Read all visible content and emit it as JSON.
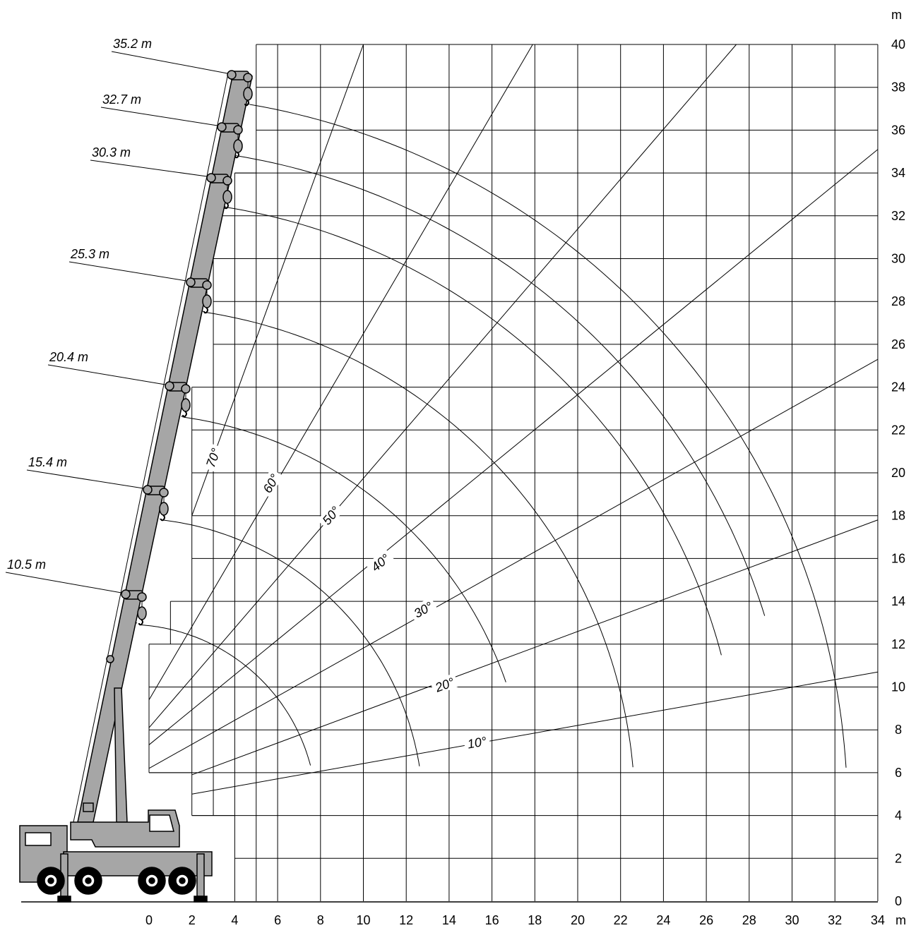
{
  "x_axis": {
    "unit": "m",
    "ticks": [
      0,
      2,
      4,
      6,
      8,
      10,
      12,
      14,
      16,
      18,
      20,
      22,
      24,
      26,
      28,
      30,
      32,
      34
    ]
  },
  "y_axis": {
    "unit": "m",
    "ticks": [
      0,
      2,
      4,
      6,
      8,
      10,
      12,
      14,
      16,
      18,
      20,
      22,
      24,
      26,
      28,
      30,
      32,
      34,
      36,
      38,
      40
    ]
  },
  "boom_lengths": [
    "35.2 m",
    "32.7 m",
    "30.3 m",
    "25.3 m",
    "20.4 m",
    "15.4 m",
    "10.5 m"
  ],
  "angles": [
    "70°",
    "60°",
    "50°",
    "40°",
    "30°",
    "20°",
    "10°"
  ],
  "colors": {
    "crane_fill": "#a6a6a6",
    "line": "#000000",
    "background": "#ffffff"
  },
  "icons": [
    "truck-crane-icon",
    "hook-icon",
    "wheel-icon"
  ]
}
